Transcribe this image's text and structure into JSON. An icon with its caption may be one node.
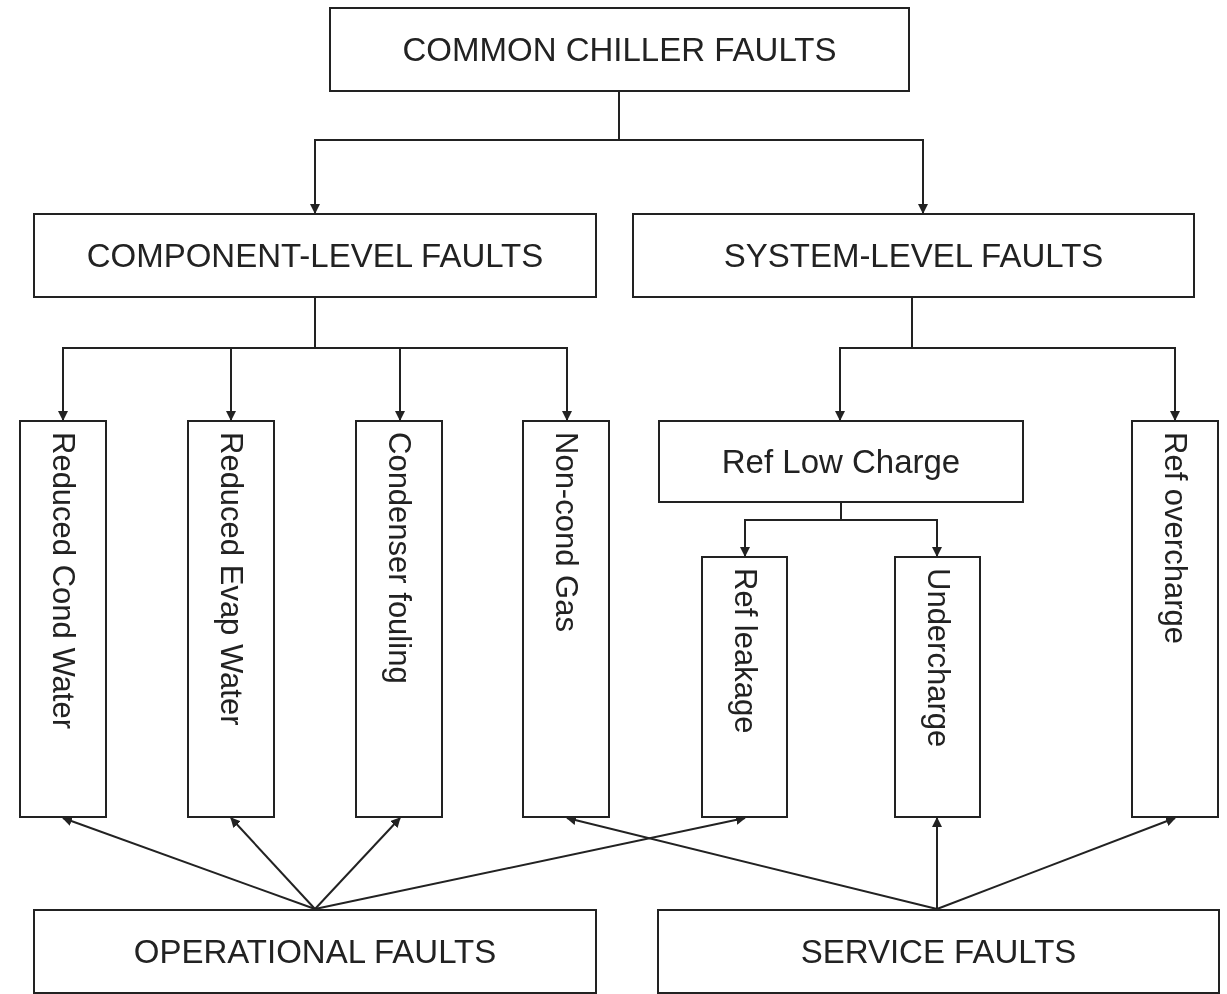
{
  "diagram": {
    "nodes": [
      {
        "text": [
          "COMMON CHILLER FAULTS"
        ]
      },
      {
        "text": [
          "COMPONENT-LEVEL FAULTS"
        ]
      },
      {
        "text": [
          "SYSTEM-LEVEL FAULTS"
        ]
      },
      {
        "text": [
          "Reduced Cond Water"
        ]
      },
      {
        "text": [
          "Reduced Evap Water"
        ]
      },
      {
        "text": [
          "Condenser fouling"
        ]
      },
      {
        "text": [
          "Non-cond Gas"
        ]
      },
      {
        "text": [
          "Ref Low Charge"
        ]
      },
      {
        "text": [
          "Ref leakage"
        ]
      },
      {
        "text": [
          "Undercharge"
        ]
      },
      {
        "text": [
          "Ref overcharge"
        ]
      },
      {
        "text": [
          "OPERATIONAL FAULTS"
        ]
      },
      {
        "text": [
          "SERVICE FAULTS"
        ]
      }
    ],
    "edges": [
      {
        "from": 0,
        "to": 1,
        "arrow": "to"
      },
      {
        "from": 0,
        "to": 2,
        "arrow": "to"
      },
      {
        "from": 1,
        "to": 3,
        "arrow": "to"
      },
      {
        "from": 1,
        "to": 4,
        "arrow": "to"
      },
      {
        "from": 1,
        "to": 5,
        "arrow": "to"
      },
      {
        "from": 1,
        "to": 6,
        "arrow": "to"
      },
      {
        "from": 2,
        "to": 7,
        "arrow": "to"
      },
      {
        "from": 2,
        "to": 10,
        "arrow": "to"
      },
      {
        "from": 7,
        "to": 8,
        "arrow": "to"
      },
      {
        "from": 7,
        "to": 9,
        "arrow": "to"
      },
      {
        "from": 11,
        "to": 3,
        "arrow": "to"
      },
      {
        "from": 11,
        "to": 4,
        "arrow": "to"
      },
      {
        "from": 11,
        "to": 5,
        "arrow": "to"
      },
      {
        "from": 11,
        "to": 8,
        "arrow": "to"
      },
      {
        "from": 12,
        "to": 6,
        "arrow": "to"
      },
      {
        "from": 12,
        "to": 9,
        "arrow": "to"
      },
      {
        "from": 12,
        "to": 10,
        "arrow": "to"
      }
    ]
  }
}
